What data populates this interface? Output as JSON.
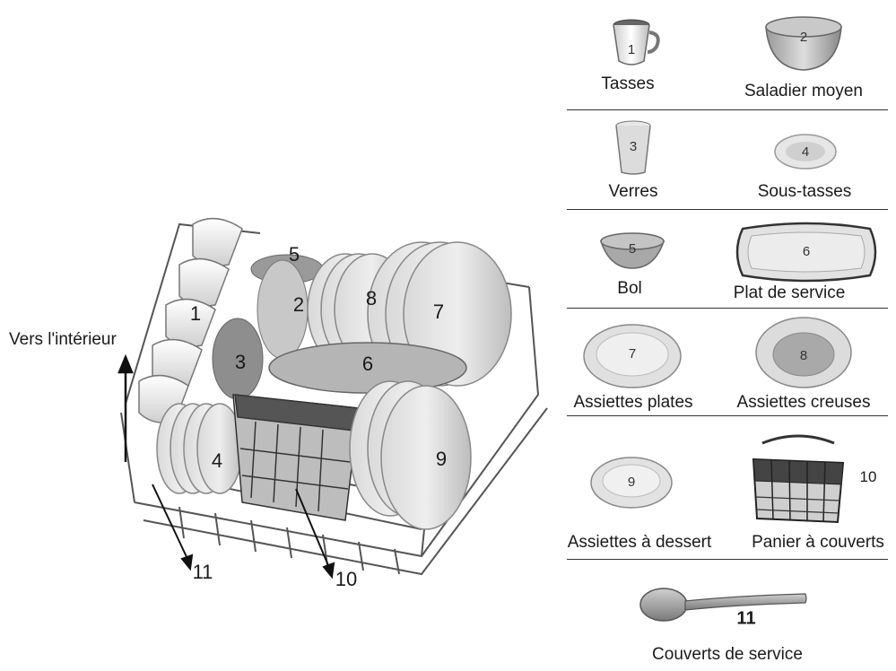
{
  "rack": {
    "side_label": "Vers l'intérieur",
    "numbers": [
      "1",
      "2",
      "3",
      "4",
      "5",
      "6",
      "7",
      "8",
      "9",
      "10",
      "11"
    ]
  },
  "legend": [
    {
      "num": "1",
      "label": "Tasses",
      "icon": "cup-icon"
    },
    {
      "num": "2",
      "label": "Saladier moyen",
      "icon": "salad-bowl-icon"
    },
    {
      "num": "3",
      "label": "Verres",
      "icon": "glass-icon"
    },
    {
      "num": "4",
      "label": "Sous-tasses",
      "icon": "saucer-icon"
    },
    {
      "num": "5",
      "label": "Bol",
      "icon": "bowl-icon"
    },
    {
      "num": "6",
      "label": "Plat de service",
      "icon": "serving-dish-icon"
    },
    {
      "num": "7",
      "label": "Assiettes plates",
      "icon": "flat-plate-icon"
    },
    {
      "num": "8",
      "label": "Assiettes creuses",
      "icon": "soup-plate-icon"
    },
    {
      "num": "9",
      "label": "Assiettes à dessert",
      "icon": "dessert-plate-icon"
    },
    {
      "num": "10",
      "label": "Panier à couverts",
      "icon": "cutlery-basket-icon"
    },
    {
      "num": "11",
      "label": "Couverts de service",
      "icon": "serving-spoon-icon"
    }
  ]
}
